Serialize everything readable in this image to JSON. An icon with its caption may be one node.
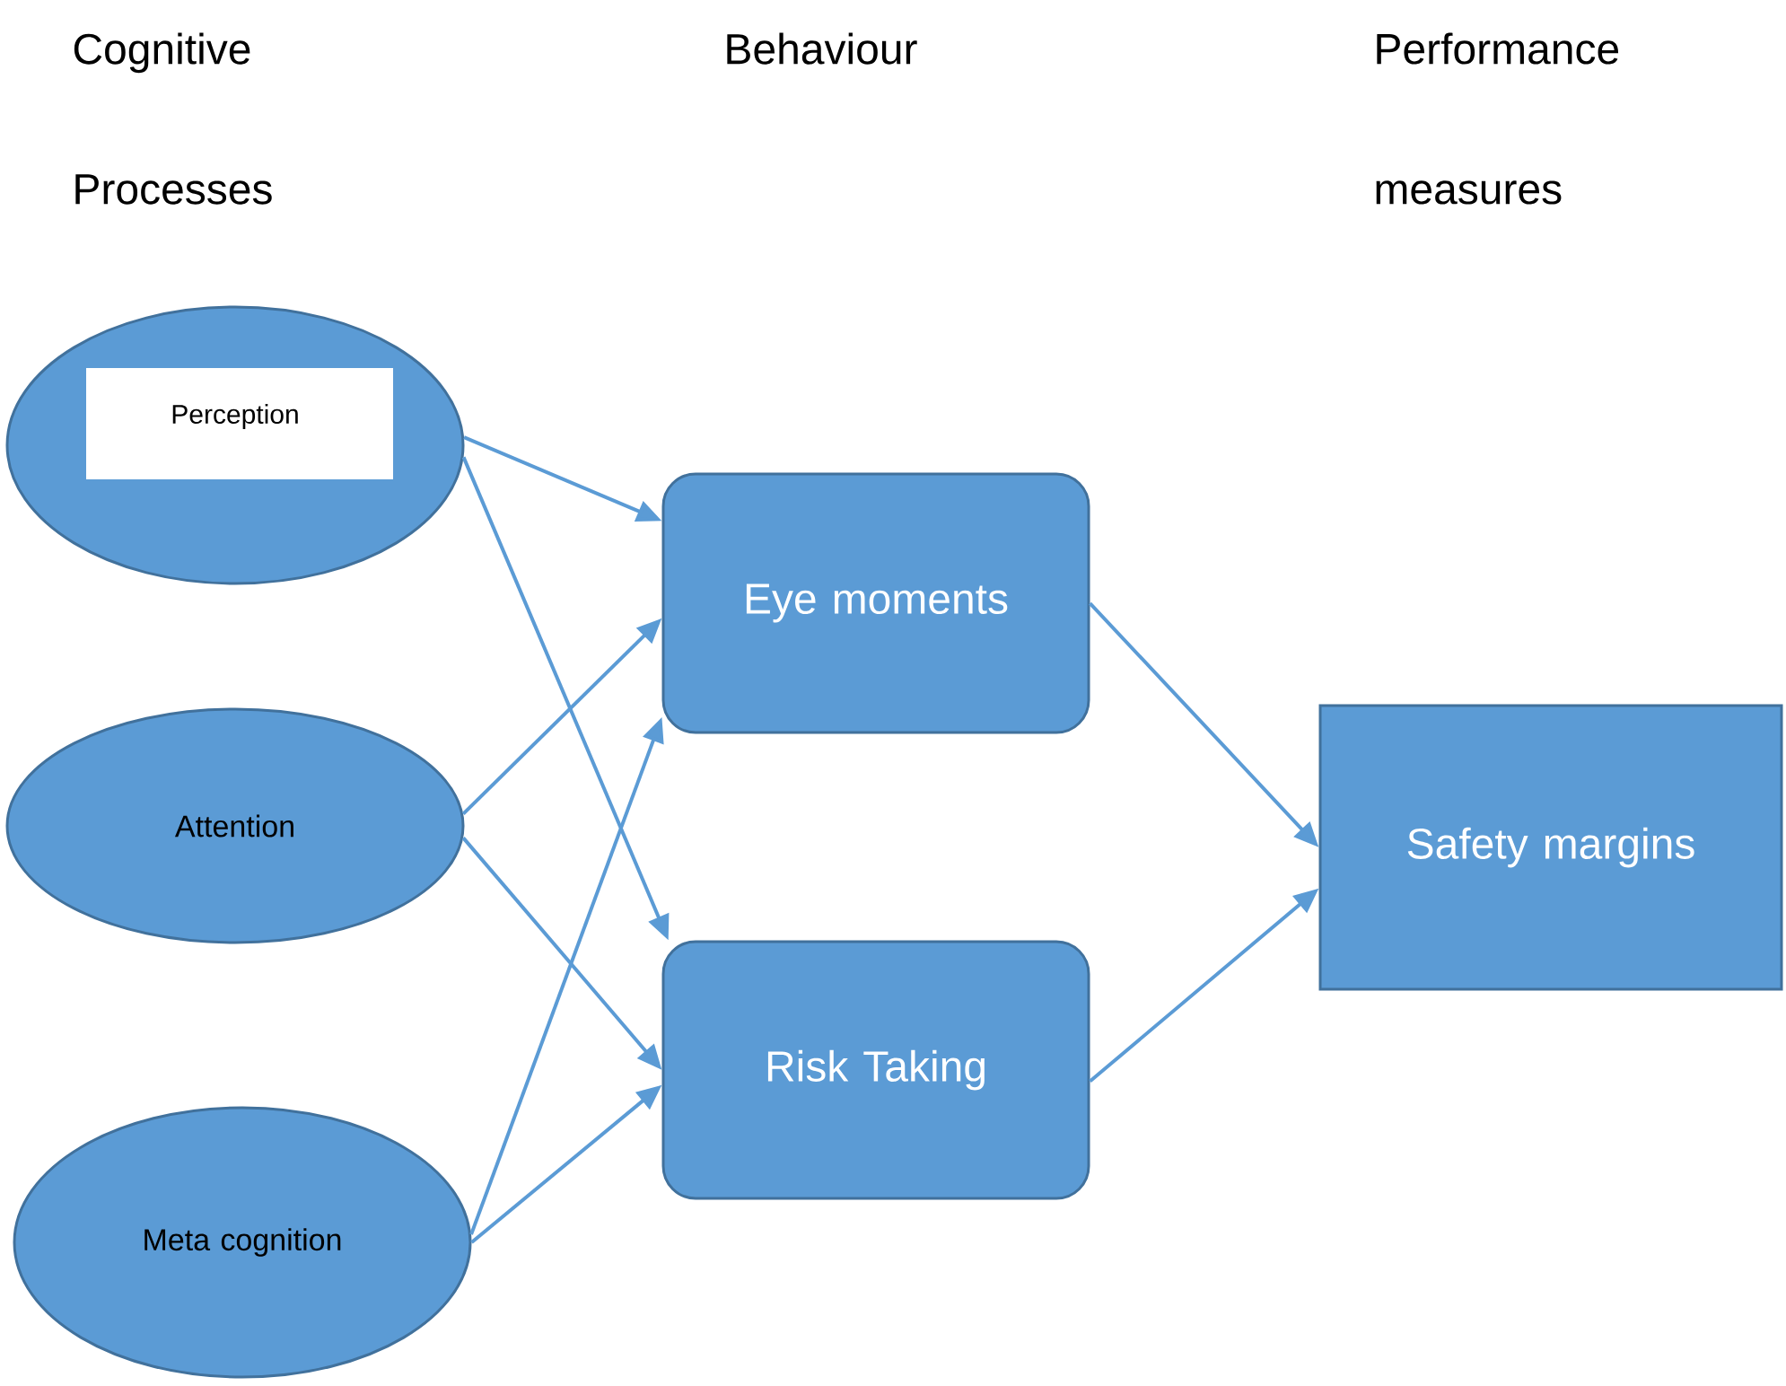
{
  "diagram": {
    "nodes": [
      {
        "text": [
          "Perception"
        ]
      },
      {
        "text": [
          "Attention"
        ]
      },
      {
        "text": [
          "Meta cognition"
        ]
      },
      {
        "text": [
          "Eye moments"
        ]
      },
      {
        "text": [
          "Risk Taking"
        ]
      },
      {
        "text": [
          "Safety margins"
        ]
      }
    ],
    "edges": [
      {
        "from": 0,
        "to": 3,
        "arrow": "to"
      },
      {
        "from": 0,
        "to": 4,
        "arrow": "to"
      },
      {
        "from": 1,
        "to": 3,
        "arrow": "to"
      },
      {
        "from": 1,
        "to": 4,
        "arrow": "to"
      },
      {
        "from": 2,
        "to": 3,
        "arrow": "to"
      },
      {
        "from": 2,
        "to": 4,
        "arrow": "to"
      },
      {
        "from": 3,
        "to": 5,
        "arrow": "to"
      },
      {
        "from": 4,
        "to": 5,
        "arrow": "to"
      }
    ],
    "labels": [
      "Cognitive Processes",
      "Behaviour",
      "Performance measures"
    ]
  }
}
